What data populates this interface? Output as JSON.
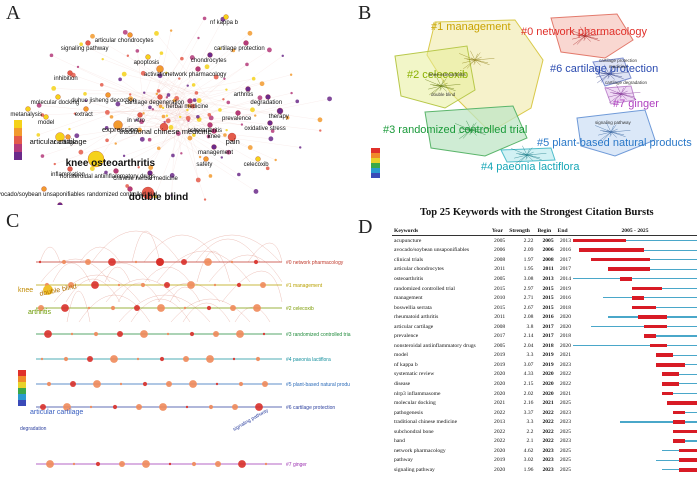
{
  "panels": {
    "a": {
      "letter": "A"
    },
    "b": {
      "letter": "B"
    },
    "c": {
      "letter": "C"
    },
    "d": {
      "letter": "D"
    }
  },
  "panelA": {
    "keywords": [
      "nf kappa b",
      "articular chondrocytes",
      "signaling pathway",
      "cartilage protection",
      "chondrocytes",
      "apoptosis",
      "activation",
      "inhibition",
      "network pharmacology",
      "arthritis",
      "molecular docking",
      "duhuo jisheng decoction",
      "cartilage degeneration",
      "herbal medicine",
      "degradation",
      "metanalysis",
      "extract",
      "in vitro",
      "prevalence",
      "therapy",
      "model",
      "expression",
      "traditional chinese medicine",
      "osteoarthritis",
      "oxidative stress",
      "articular cartilage",
      "cartilage",
      "pain",
      "knee",
      "management",
      "knee osteoarthritis",
      "safety",
      "inflammation",
      "nonsteroidal antiinflammatory drugs",
      "chinese herbal medicine",
      "celecoxib",
      "avocado/soybean unsaponifiables",
      "double blind",
      "randomized controlled trial",
      "efficacy"
    ]
  },
  "panelB": {
    "clusters": [
      {
        "label": "#1 management",
        "color": "#c9a300"
      },
      {
        "label": "#0 network pharmacology",
        "color": "#e0302a"
      },
      {
        "label": "#2 celecoxib",
        "color": "#8ab000"
      },
      {
        "label": "#6 cartilage protection",
        "color": "#2b4bb0"
      },
      {
        "label": "#7 ginger",
        "color": "#b040c0"
      },
      {
        "label": "#3 randomized controlled trial",
        "color": "#1a9a3a"
      },
      {
        "label": "#5 plant-based natural products",
        "color": "#2a78c8"
      },
      {
        "label": "#4 paeonia lactiflora",
        "color": "#16a6b6"
      }
    ],
    "node_labels": [
      "knee osteoarthritis",
      "double blind",
      "medicine",
      "cartilage protection",
      "cartilage degradation",
      "signaling pathway"
    ]
  },
  "panelC": {
    "lanes": [
      {
        "label": "#0 network pharmacology",
        "color": "#c0392b"
      },
      {
        "label": "#1 management",
        "color": "#b8a000"
      },
      {
        "label": "#2 celecoxib",
        "color": "#7a9a00"
      },
      {
        "label": "#3 randomized controlled tria",
        "color": "#1f8a3a"
      },
      {
        "label": "#4 paeonia lactiflora",
        "color": "#14909e"
      },
      {
        "label": "#5 plant-based natural produ",
        "color": "#2a6ab8"
      },
      {
        "label": "#6 cartilage protection",
        "color": "#2b3f9e"
      },
      {
        "label": "#7 ginger",
        "color": "#9b30b0"
      }
    ],
    "labels": [
      "knee",
      "double blind",
      "arthritis",
      "articular cartilage",
      "degradation",
      "signaling pathway"
    ]
  },
  "panelD": {
    "title": "Top 25 Keywords with the Strongest Citation Bursts",
    "headers": {
      "keywords": "Keywords",
      "year": "Year",
      "strength": "Strength",
      "begin": "Begin",
      "end": "End",
      "range": "2005 - 2025"
    },
    "range_start": 2005,
    "range_end": 2025,
    "colors": {
      "burst": "#d81b25",
      "base": "#4aa7c9"
    },
    "rows": [
      {
        "keyword": "acupuncture",
        "year": "2005",
        "strength": "2.22",
        "begin": "2005",
        "end": "2013"
      },
      {
        "keyword": "avocado/soybean unsaponifiables",
        "year": "2006",
        "strength": "2.09",
        "begin": "2006",
        "end": "2016"
      },
      {
        "keyword": "clinical trials",
        "year": "2008",
        "strength": "1.97",
        "begin": "2008",
        "end": "2017"
      },
      {
        "keyword": "articular chondrocytes",
        "year": "2011",
        "strength": "1.95",
        "begin": "2011",
        "end": "2017"
      },
      {
        "keyword": "osteoarthritis",
        "year": "2005",
        "strength": "3.08",
        "begin": "2013",
        "end": "2014"
      },
      {
        "keyword": "randomized controlled trial",
        "year": "2015",
        "strength": "2.97",
        "begin": "2015",
        "end": "2019"
      },
      {
        "keyword": "management",
        "year": "2010",
        "strength": "2.71",
        "begin": "2015",
        "end": "2016"
      },
      {
        "keyword": "boswellia serrata",
        "year": "2015",
        "strength": "2.67",
        "begin": "2015",
        "end": "2018"
      },
      {
        "keyword": "rheumatoid arthritis",
        "year": "2011",
        "strength": "2.08",
        "begin": "2016",
        "end": "2020"
      },
      {
        "keyword": "articular cartilage",
        "year": "2008",
        "strength": "3.8",
        "begin": "2017",
        "end": "2020"
      },
      {
        "keyword": "prevalence",
        "year": "2017",
        "strength": "2.14",
        "begin": "2017",
        "end": "2018"
      },
      {
        "keyword": "nonsteroidal antiinflammatory drugs",
        "year": "2005",
        "strength": "2.04",
        "begin": "2018",
        "end": "2020"
      },
      {
        "keyword": "model",
        "year": "2019",
        "strength": "3.3",
        "begin": "2019",
        "end": "2021"
      },
      {
        "keyword": "nf kappa b",
        "year": "2019",
        "strength": "3.07",
        "begin": "2019",
        "end": "2023"
      },
      {
        "keyword": "systematic review",
        "year": "2020",
        "strength": "4.33",
        "begin": "2020",
        "end": "2022"
      },
      {
        "keyword": "disease",
        "year": "2020",
        "strength": "2.15",
        "begin": "2020",
        "end": "2022"
      },
      {
        "keyword": "nlrp3 inflammasome",
        "year": "2020",
        "strength": "2.02",
        "begin": "2020",
        "end": "2021"
      },
      {
        "keyword": "molecular docking",
        "year": "2021",
        "strength": "2.16",
        "begin": "2021",
        "end": "2025"
      },
      {
        "keyword": "pathogenesis",
        "year": "2022",
        "strength": "3.37",
        "begin": "2022",
        "end": "2023"
      },
      {
        "keyword": "traditional chinese medicine",
        "year": "2013",
        "strength": "3.3",
        "begin": "2022",
        "end": "2023"
      },
      {
        "keyword": "subchondral bone",
        "year": "2022",
        "strength": "2.2",
        "begin": "2022",
        "end": "2025"
      },
      {
        "keyword": "hand",
        "year": "2022",
        "strength": "2.1",
        "begin": "2022",
        "end": "2023"
      },
      {
        "keyword": "network pharmacology",
        "year": "2020",
        "strength": "4.62",
        "begin": "2023",
        "end": "2025"
      },
      {
        "keyword": "pathway",
        "year": "2019",
        "strength": "3.02",
        "begin": "2023",
        "end": "2025"
      },
      {
        "keyword": "signaling pathway",
        "year": "2020",
        "strength": "1.96",
        "begin": "2023",
        "end": "2025"
      }
    ]
  }
}
